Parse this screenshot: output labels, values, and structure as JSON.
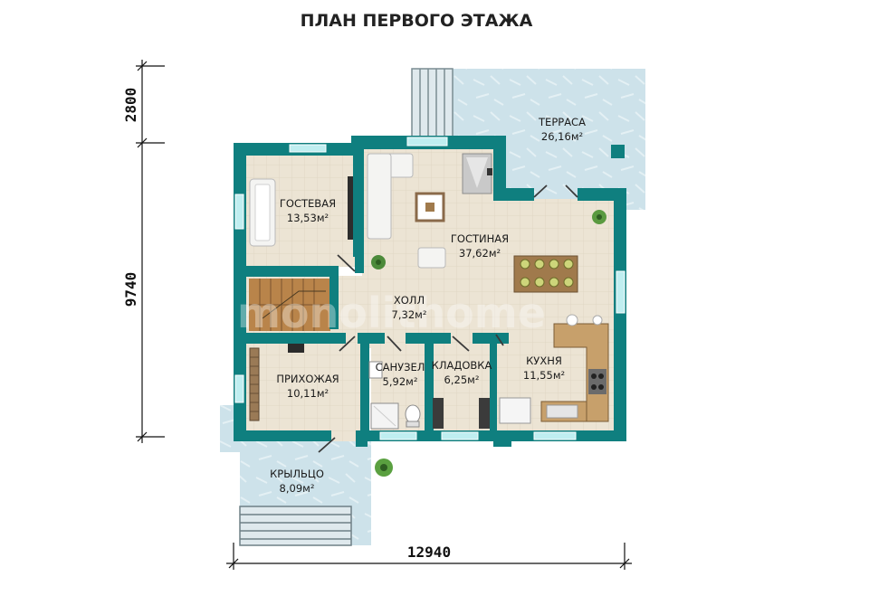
{
  "title": "ПЛАН ПЕРВОГО ЭТАЖА",
  "watermark": "monolithome",
  "dimensions": {
    "top_section": "2800",
    "main_height": "9740",
    "width": "12940"
  },
  "rooms": {
    "terrace": {
      "name": "ТЕРРАСА",
      "area": "26,16м²"
    },
    "guest": {
      "name": "ГОСТЕВАЯ",
      "area": "13,53м²"
    },
    "living": {
      "name": "ГОСТИНАЯ",
      "area": "37,62м²"
    },
    "hall": {
      "name": "ХОЛЛ",
      "area": "7,32м²"
    },
    "entry": {
      "name": "ПРИХОЖАЯ",
      "area": "10,11м²"
    },
    "bath": {
      "name": "САНУЗЕЛ",
      "area": "5,92м²"
    },
    "storage": {
      "name": "КЛАДОВКА",
      "area": "6,25м²"
    },
    "kitchen": {
      "name": "КУХНЯ",
      "area": "11,55м²"
    },
    "porch": {
      "name": "КРЫЛЬЦО",
      "area": "8,09м²"
    }
  },
  "colors": {
    "wall": "#0f7f7f",
    "floor": "#ebe3d3",
    "outdoor": "#cfe3ea",
    "window": "#bfeef0",
    "stairs": "#b9844a",
    "wood": "#a07a4c"
  }
}
